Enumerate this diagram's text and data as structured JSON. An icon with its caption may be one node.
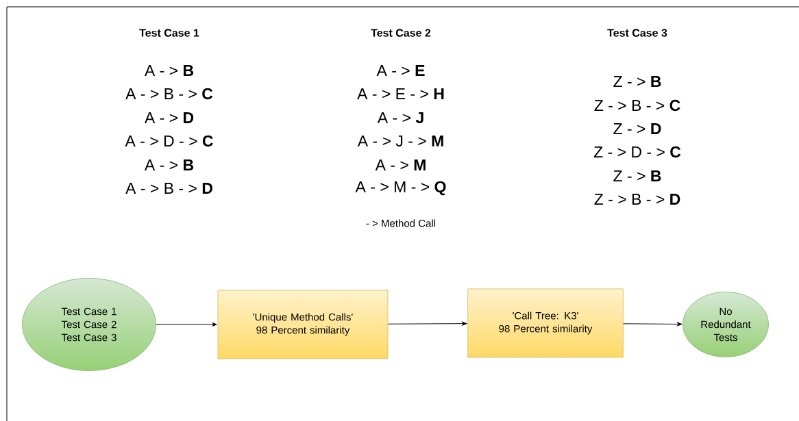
{
  "diagram": {
    "nodes": [
      {
        "text": [
          "Test Case 1 Test Case 2 Test Case 3"
        ]
      },
      {
        "text": [
          "'Unique Method Calls'",
          "98 Percent similarity"
        ]
      },
      {
        "text": [
          "'Call Tree: K3'",
          "98 Percent similarity"
        ]
      },
      {
        "text": [
          "No Redundant Tests"
        ]
      }
    ],
    "edges": [
      {
        "from": 0,
        "to": 1,
        "arrow": "to"
      },
      {
        "from": 1,
        "to": 2,
        "arrow": "to"
      },
      {
        "from": 2,
        "to": 3,
        "arrow": "to"
      }
    ],
    "labels": [
      "Test Case 1",
      "A - > **B**",
      "A - > B - > **C**",
      "A - > **D**",
      "A - > D - > **C**",
      "A - > **B**",
      "A - > B - > **D**",
      "Test Case 2",
      "A - > **E**",
      "A - > E - > **H**",
      "A - > **J**",
      "A - > J - > **M**",
      "A - > **M**",
      "A - > M - > **Q**",
      "- > Method Call",
      "Test Case 3",
      "Z - > **B**",
      "Z - > B - > **C**",
      "Z - > **D**",
      "Z - > D - > **C**",
      "Z - > **B**",
      "Z - > B - > **D**"
    ]
  }
}
